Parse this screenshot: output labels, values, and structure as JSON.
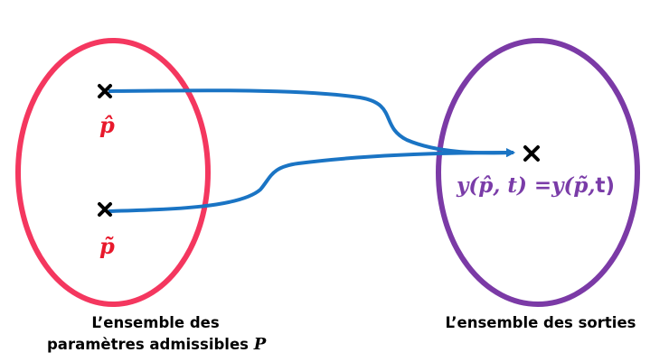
{
  "left_set_label_line1": "L’ensemble des",
  "left_set_label_line2": "paramètres admissibles",
  "left_set_symbol": "P",
  "right_set_label": "L’ensemble des sorties",
  "point_hat": "p̂",
  "point_tilde": "p̃",
  "output_formula": {
    "lhs": "y(p̂, t)",
    "eq": " =",
    "rhs": "y(p̃,",
    "rhs_t": "t)"
  },
  "colors": {
    "left_set": "#f4375f",
    "right_set": "#7b3aa6",
    "arrow": "#1a74c4",
    "point_label": "#e8192c",
    "formula": "#7a3ca8"
  }
}
